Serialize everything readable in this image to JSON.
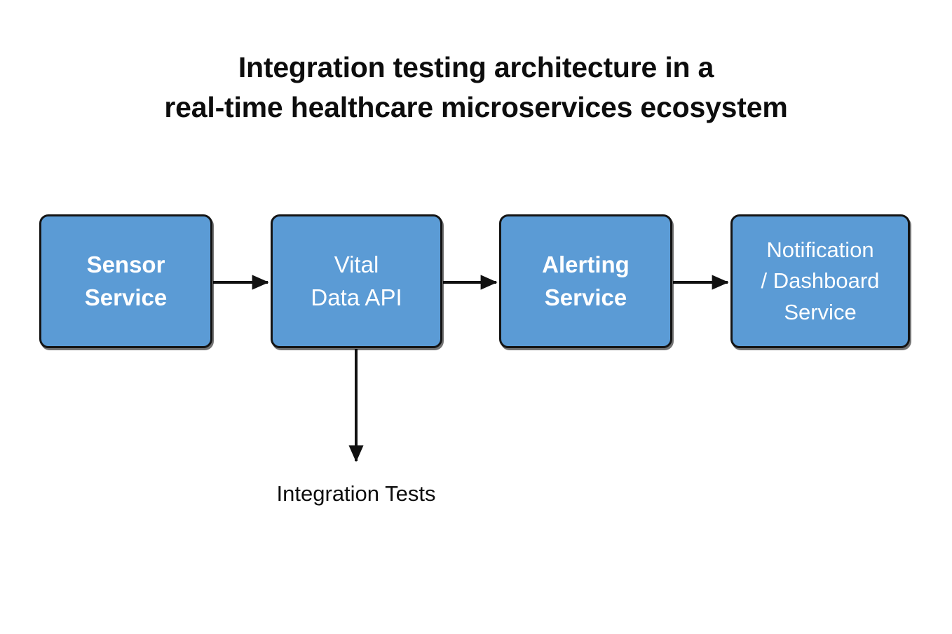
{
  "diagram": {
    "title": "Integration testing architecture in a\nreal-time healthcare microservices ecosystem",
    "background_color": "#ffffff",
    "node_fill_color": "#5b9bd5",
    "node_border_color": "#141414",
    "node_text_color": "#ffffff",
    "connector_color": "#111111",
    "label_text_color": "#0d0d0d",
    "nodes": [
      {
        "id": "sensor-service",
        "label": "Sensor\nService",
        "bold": true
      },
      {
        "id": "vital-data-api",
        "label": "Vital\nData API",
        "bold": false
      },
      {
        "id": "alerting-service",
        "label": "Alerting\nService",
        "bold": true
      },
      {
        "id": "notification-dashboard-service",
        "label": "Notification\n/ Dashboard\nService",
        "bold": false
      }
    ],
    "labels": [
      {
        "id": "integration-tests",
        "text": "Integration Tests"
      }
    ],
    "edges": [
      {
        "from": "sensor-service",
        "to": "vital-data-api",
        "direction": "right",
        "arrow": true
      },
      {
        "from": "vital-data-api",
        "to": "alerting-service",
        "direction": "right",
        "arrow": true
      },
      {
        "from": "alerting-service",
        "to": "notification-dashboard-service",
        "direction": "right",
        "arrow": true
      },
      {
        "from": "vital-data-api",
        "to": "integration-tests",
        "direction": "down",
        "arrow": true
      }
    ]
  }
}
